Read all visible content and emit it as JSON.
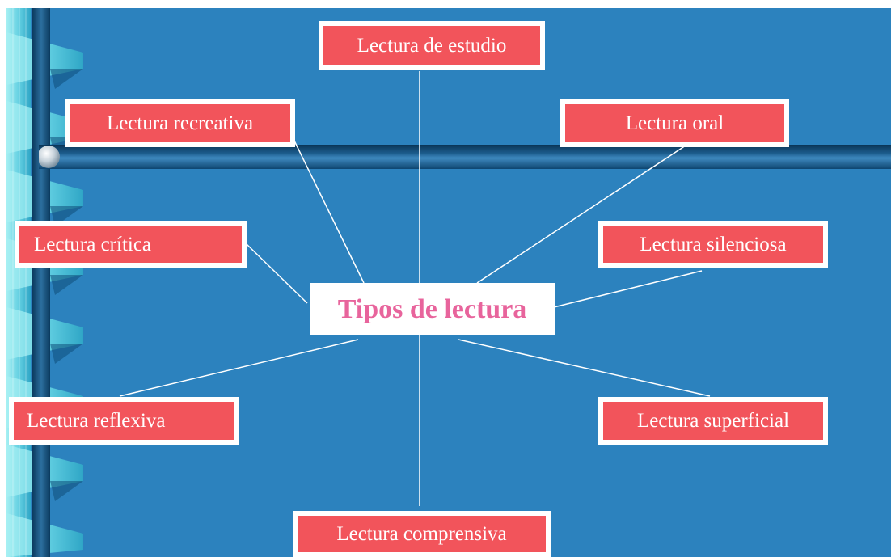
{
  "diagram": {
    "center": {
      "label": "Tipos de lectura"
    },
    "nodes": [
      {
        "id": "estudio",
        "label": "Lectura de estudio"
      },
      {
        "id": "recreativa",
        "label": "Lectura recreativa"
      },
      {
        "id": "oral",
        "label": "Lectura oral"
      },
      {
        "id": "critica",
        "label": "Lectura crítica"
      },
      {
        "id": "silenciosa",
        "label": "Lectura silenciosa"
      },
      {
        "id": "reflexiva",
        "label": "Lectura reflexiva"
      },
      {
        "id": "superficial",
        "label": "Lectura superficial"
      },
      {
        "id": "comprensiva",
        "label": "Lectura comprensiva"
      }
    ]
  },
  "colors": {
    "background": "#2c82be",
    "node_fill": "#f2545b",
    "node_border": "#ffffff",
    "node_text": "#ffffff",
    "center_fill": "#ffffff",
    "center_text": "#e8649c",
    "connector": "#ffffff",
    "bar_dark": "#0e4670",
    "bar_light": "#3e89bf",
    "ribbon_light": "#7fe3ee",
    "ribbon_dark": "#0f4f7a"
  }
}
